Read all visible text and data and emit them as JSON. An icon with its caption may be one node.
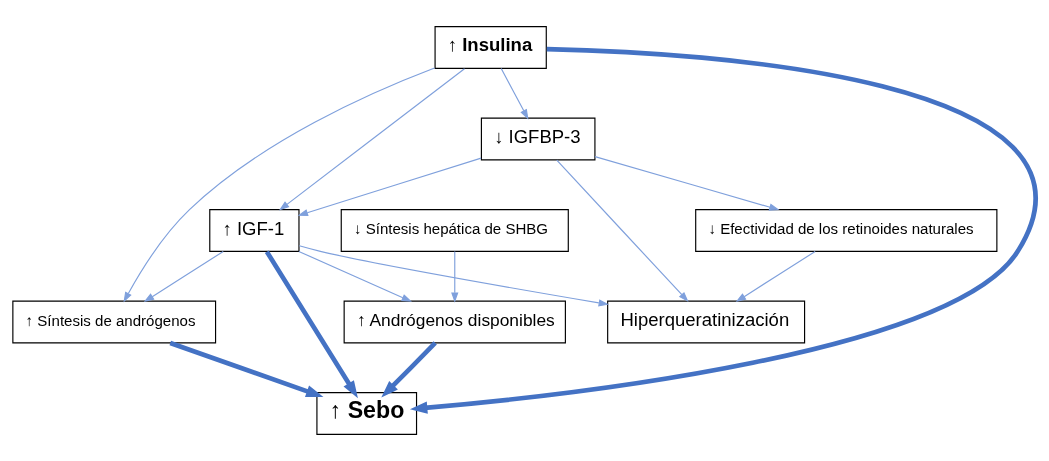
{
  "diagram": {
    "nodes": [
      {
        "text": [
          "↑ Sebo"
        ]
      },
      {
        "text": [
          "↑ Síntesis de andrógenos"
        ]
      },
      {
        "text": [
          "↑ Insulina"
        ]
      },
      {
        "text": [
          "↓ Efectividad de los retinoides naturales"
        ]
      },
      {
        "text": [
          "↑ IGF-1"
        ]
      },
      {
        "text": [
          "↓ IGFBP-3"
        ]
      },
      {
        "text": [
          "Hiperqueratinización"
        ]
      },
      {
        "text": [
          "↑ Andrógenos disponibles"
        ]
      },
      {
        "text": [
          "↓ Síntesis hepática de SHBG"
        ]
      }
    ],
    "edges": [
      {
        "from": 1,
        "to": 0,
        "arrow": "to",
        "style": "thick",
        "color": "#4472c4"
      },
      {
        "from": 2,
        "to": 0,
        "arrow": "to",
        "style": "thick",
        "color": "#4472c4"
      },
      {
        "from": 4,
        "to": 0,
        "arrow": "to",
        "style": "thick",
        "color": "#4472c4"
      },
      {
        "from": 7,
        "to": 0,
        "arrow": "to",
        "style": "thick",
        "color": "#4472c4"
      },
      {
        "from": 2,
        "to": 1,
        "arrow": "to"
      },
      {
        "from": 2,
        "to": 4,
        "arrow": "to"
      },
      {
        "from": 2,
        "to": 5,
        "arrow": "to"
      },
      {
        "from": 4,
        "to": 1,
        "arrow": "to"
      },
      {
        "from": 5,
        "to": 4,
        "arrow": "to"
      },
      {
        "from": 5,
        "to": 3,
        "arrow": "to"
      },
      {
        "from": 5,
        "to": 6,
        "arrow": "to"
      },
      {
        "from": 3,
        "to": 6,
        "arrow": "to"
      },
      {
        "from": 4,
        "to": 6,
        "arrow": "to"
      },
      {
        "from": 4,
        "to": 7,
        "arrow": "to"
      },
      {
        "from": 8,
        "to": 7,
        "arrow": "to"
      }
    ]
  }
}
